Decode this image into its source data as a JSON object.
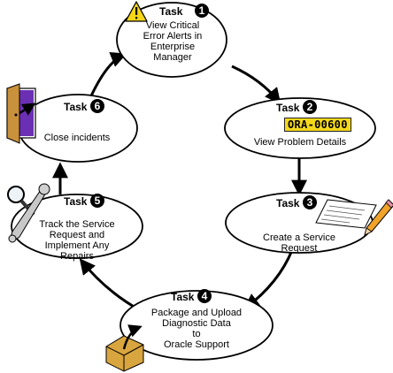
{
  "tasks": [
    {
      "id": 1,
      "label": "Task",
      "number": "1",
      "description": "View Critical\nError Alerts in\nEnterprise\nManager"
    },
    {
      "id": 2,
      "label": "Task",
      "number": "2",
      "description": "View Problem Details"
    },
    {
      "id": 3,
      "label": "Task",
      "number": "3",
      "description": "Create a Service\nRequest"
    },
    {
      "id": 4,
      "label": "Task",
      "number": "4",
      "description": "Package and Upload\nDiagnostic Data\nto\nOracle Support"
    },
    {
      "id": 5,
      "label": "Task",
      "number": "5",
      "description": "Track the Service\nRequest and\nImplement Any\nRepairs"
    },
    {
      "id": 6,
      "label": "Task",
      "number": "6",
      "description": "Close incidents"
    }
  ],
  "error_code": "ORA-00600",
  "icons": [
    "warning-icon",
    "error-code-badge",
    "document-pencil-icon",
    "package-icon",
    "tools-icon",
    "door-icon"
  ],
  "colors": {
    "badge": "#000000",
    "error_code_bg": "#f4d81b",
    "warning": "#f6d617",
    "door": "#c9913c",
    "box": "#d9a53f"
  }
}
